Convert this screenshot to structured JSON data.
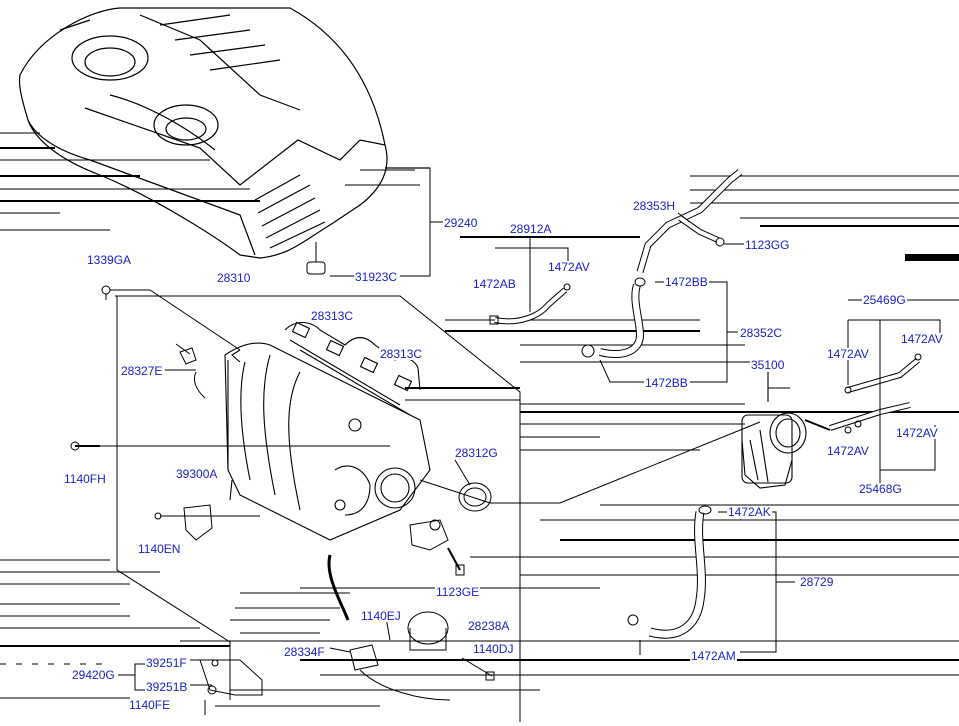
{
  "colors": {
    "label": "#1a23c8",
    "line": "#000000",
    "background": "#ffffff"
  },
  "labels": {
    "p29240": "29240",
    "p31923C": "31923C",
    "p28310": "28310",
    "p1339GA": "1339GA",
    "p28313C_a": "28313C",
    "p28313C_b": "28313C",
    "p28327E": "28327E",
    "p1140FH": "1140FH",
    "p39300A": "39300A",
    "p1140EN": "1140EN",
    "p28312G": "28312G",
    "p28912A": "28912A",
    "p1472AB": "1472AB",
    "p1472AV_a": "1472AV",
    "p28353H": "28353H",
    "p1123GG": "1123GG",
    "p1472BB_a": "1472BB",
    "p28352C": "28352C",
    "p1472BB_b": "1472BB",
    "p25469G": "25469G",
    "p1472AV_b": "1472AV",
    "p1472AV_c": "1472AV",
    "p35100": "35100",
    "p1472AV_d": "1472AV",
    "p1472AV_e": "1472AV",
    "p25468G": "25468G",
    "p1472AK": "1472AK",
    "p28729": "28729",
    "p1472AM": "1472AM",
    "p1123GE": "1123GE",
    "p1140EJ": "1140EJ",
    "p28238A": "28238A",
    "p1140DJ": "1140DJ",
    "p28334F": "28334F",
    "p39251F": "39251F",
    "p29420G": "29420G",
    "p39251B": "39251B",
    "p1140FE": "1140FE"
  }
}
